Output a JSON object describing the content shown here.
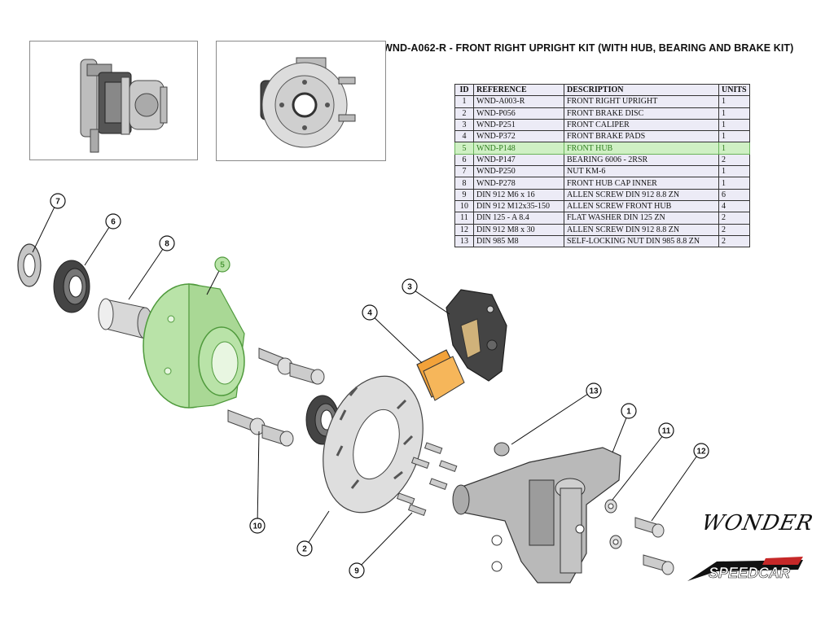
{
  "title": "WND-A062-R - FRONT RIGHT UPRIGHT KIT (WITH HUB, BEARING AND BRAKE KIT)",
  "bom": {
    "headers": [
      "ID",
      "REFERENCE",
      "DESCRIPTION",
      "UNITS"
    ],
    "highlight_id": "5",
    "highlight_color": "#cff0c4",
    "rows": [
      {
        "id": "1",
        "ref": "WND-A003-R",
        "desc": "FRONT RIGHT UPRIGHT",
        "units": "1"
      },
      {
        "id": "2",
        "ref": "WND-P056",
        "desc": "FRONT BRAKE DISC",
        "units": "1"
      },
      {
        "id": "3",
        "ref": "WND-P251",
        "desc": "FRONT CALIPER",
        "units": "1"
      },
      {
        "id": "4",
        "ref": "WND-P372",
        "desc": "FRONT BRAKE PADS",
        "units": "1"
      },
      {
        "id": "5",
        "ref": "WND-P148",
        "desc": "FRONT HUB",
        "units": "1"
      },
      {
        "id": "6",
        "ref": "WND-P147",
        "desc": "BEARING 6006 - 2RSR",
        "units": "2"
      },
      {
        "id": "7",
        "ref": "WND-P250",
        "desc": "NUT KM-6",
        "units": "1"
      },
      {
        "id": "8",
        "ref": "WND-P278",
        "desc": "FRONT HUB CAP INNER",
        "units": "1"
      },
      {
        "id": "9",
        "ref": "DIN 912 M6 x 16",
        "desc": "ALLEN SCREW DIN 912 8.8 ZN",
        "units": "6"
      },
      {
        "id": "10",
        "ref": "DIN 912 M12x35-150",
        "desc": "ALLEN SCREW FRONT HUB",
        "units": "4"
      },
      {
        "id": "11",
        "ref": "DIN 125 - A 8.4",
        "desc": "FLAT WASHER DIN 125 ZN",
        "units": "2"
      },
      {
        "id": "12",
        "ref": "DIN 912 M8 x 30",
        "desc": "ALLEN SCREW DIN 912 8.8 ZN",
        "units": "2"
      },
      {
        "id": "13",
        "ref": "DIN 985 M8",
        "desc": "SELF-LOCKING NUT DIN 985 8.8 ZN",
        "units": "2"
      }
    ]
  },
  "callouts": [
    "1",
    "2",
    "3",
    "4",
    "5",
    "6",
    "7",
    "8",
    "9",
    "10",
    "11",
    "12",
    "13"
  ],
  "colors": {
    "hub_green": "#b9e3a8",
    "hub_stroke": "#4f9a3c",
    "pad_orange": "#f2a23a",
    "metal": "#bdbdbd",
    "dark": "#3a3a3a"
  },
  "brand": {
    "logo_primary": "WONDER",
    "logo_secondary": "SPEEDCAR"
  }
}
